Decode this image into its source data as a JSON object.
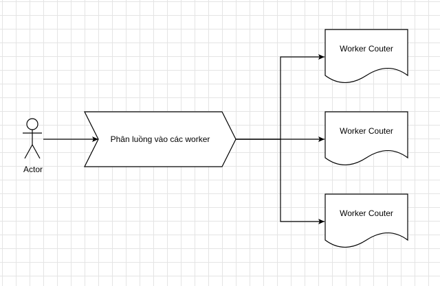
{
  "diagram": {
    "actor": {
      "label": "Actor"
    },
    "router": {
      "label": "Phân luồng vào các worker"
    },
    "workers": [
      {
        "label": "Worker Couter"
      },
      {
        "label": "Worker Couter"
      },
      {
        "label": "Worker Couter"
      }
    ],
    "colors": {
      "stroke": "#000000",
      "fill": "#ffffff",
      "grid": "#e4e4e4"
    }
  }
}
